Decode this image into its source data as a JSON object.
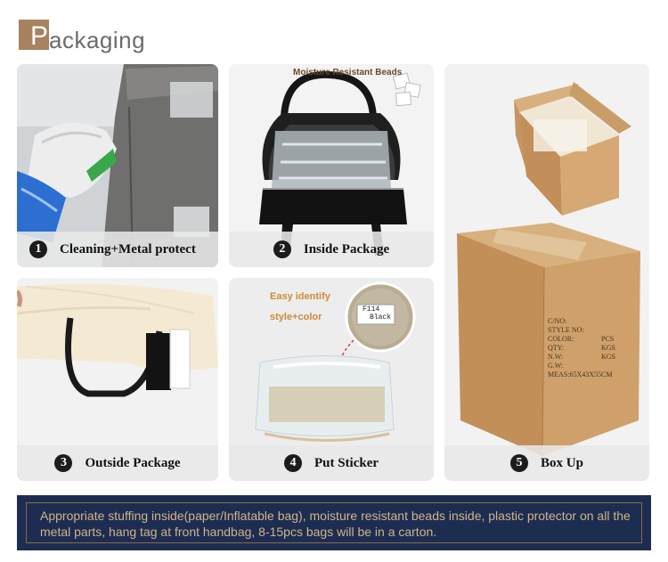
{
  "header": {
    "first_letter": "P",
    "rest": "ackaging"
  },
  "panels": [
    {
      "id": "cleaning",
      "number": "1",
      "label": "Cleaning+Metal protect"
    },
    {
      "id": "inside",
      "number": "2",
      "label": "Inside Package"
    },
    {
      "id": "outside",
      "number": "3",
      "label": "Outside Package"
    },
    {
      "id": "sticker",
      "number": "4",
      "label": "Put Sticker"
    },
    {
      "id": "boxup",
      "number": "5",
      "label": "Box Up"
    }
  ],
  "image_text": {
    "moisture_beads": "Moisture Resistant Beads",
    "easy_identify_line1": "Easy identify",
    "easy_identify_line2": "style+color",
    "sticker_line1": "F114",
    "sticker_line2": "Black",
    "box_lines": [
      "C/NO:",
      "STYLE NO:",
      "COLOR:",
      "QTY:",
      "N.W:",
      "G.W:",
      "MEAS:65X43X55CM"
    ],
    "box_units": [
      "PCS",
      "KGS",
      "KGS"
    ]
  },
  "footer": {
    "text": "Appropriate stuffing inside(paper/Inflatable bag), moisture resistant beads inside, plastic protector on all the metal parts, hang tag at front handbag, 8-15pcs bags will be in a carton."
  },
  "colors": {
    "logo_box": "#a6825f",
    "footer_bg": "#1d2d52",
    "footer_text": "#d1b487",
    "label_bar": "#e8e8e8",
    "step_circle": "#1c1c1c",
    "cardboard": "#c9a06b",
    "easy_identify_text": "#d08a3a"
  }
}
